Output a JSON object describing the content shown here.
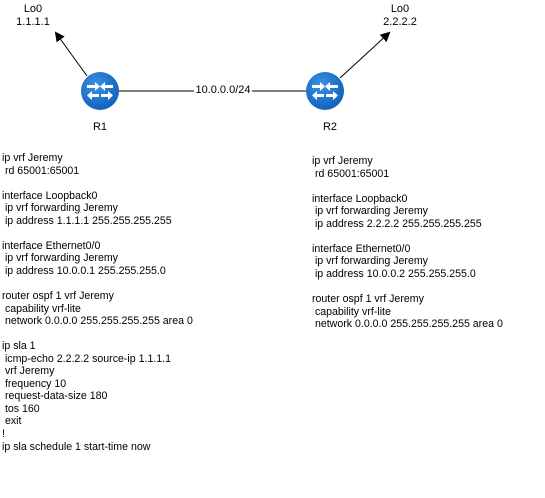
{
  "diagram": {
    "routers": [
      {
        "name": "R1",
        "loopback_label": "Lo0",
        "loopback_ip": "1.1.1.1"
      },
      {
        "name": "R2",
        "loopback_label": "Lo0",
        "loopback_ip": "2.2.2.2"
      }
    ],
    "link_label": "10.0.0.0/24",
    "colors": {
      "router_fill": "#1e7ad6",
      "router_fill_dark": "#0f5fb8",
      "router_arrows": "#ffffff",
      "lines": "#000000"
    },
    "icons": [
      "router-icon",
      "arrow-icon"
    ]
  },
  "configs": {
    "r1": [
      "ip vrf Jeremy",
      " rd 65001:65001",
      "",
      "interface Loopback0",
      " ip vrf forwarding Jeremy",
      " ip address 1.1.1.1 255.255.255.255",
      "",
      "interface Ethernet0/0",
      " ip vrf forwarding Jeremy",
      " ip address 10.0.0.1 255.255.255.0",
      "",
      "router ospf 1 vrf Jeremy",
      " capability vrf-lite",
      " network 0.0.0.0 255.255.255.255 area 0",
      "",
      "ip sla 1",
      " icmp-echo 2.2.2.2 source-ip 1.1.1.1",
      " vrf Jeremy",
      " frequency 10",
      " request-data-size 180",
      " tos 160",
      " exit",
      "!",
      "ip sla schedule 1 start-time now"
    ],
    "r2": [
      "ip vrf Jeremy",
      " rd 65001:65001",
      "",
      "interface Loopback0",
      " ip vrf forwarding Jeremy",
      " ip address 2.2.2.2 255.255.255.255",
      "",
      "interface Ethernet0/0",
      " ip vrf forwarding Jeremy",
      " ip address 10.0.0.2 255.255.255.0",
      "",
      "router ospf 1 vrf Jeremy",
      " capability vrf-lite",
      " network 0.0.0.0 255.255.255.255 area 0"
    ]
  }
}
